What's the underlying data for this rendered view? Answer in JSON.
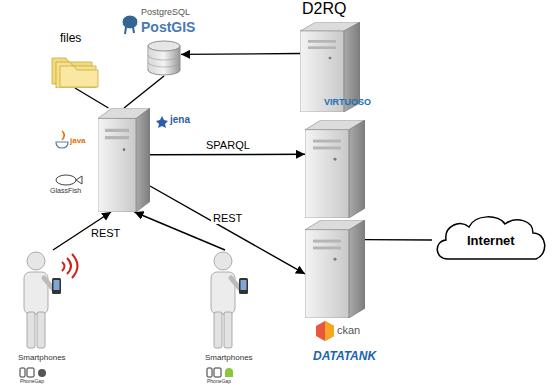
{
  "diagram": {
    "nodes": [
      {
        "text": [
          "D2RQ"
        ]
      },
      {
        "text": [
          "PostgreSQL",
          "PostGIS"
        ]
      },
      {
        "text": [
          "files"
        ]
      },
      {
        "text": [
          "java",
          "GlassFish",
          "jena"
        ]
      },
      {
        "text": [
          "VIRTUOSO"
        ]
      },
      {
        "text": [
          "ckan",
          "DATATANK"
        ]
      },
      {
        "text": [
          "Internet"
        ]
      },
      {
        "text": [
          "Smartphones",
          "PhoneGap"
        ]
      },
      {
        "text": [
          "Smartphones",
          "PhoneGap"
        ]
      }
    ],
    "edges": [
      {
        "from": 0,
        "to": 1,
        "arrow": "to"
      },
      {
        "from": 3,
        "to": 1,
        "arrow": "none"
      },
      {
        "from": 3,
        "to": 2,
        "arrow": "none"
      },
      {
        "from": 3,
        "to": 4,
        "label": "SPARQL",
        "arrow": "to"
      },
      {
        "from": 3,
        "to": 5,
        "label": "REST",
        "arrow": "to"
      },
      {
        "from": 5,
        "to": 6,
        "arrow": "none"
      },
      {
        "from": 7,
        "to": 3,
        "label": "REST",
        "arrow": "to"
      },
      {
        "from": 8,
        "to": 3,
        "arrow": "to"
      }
    ]
  }
}
